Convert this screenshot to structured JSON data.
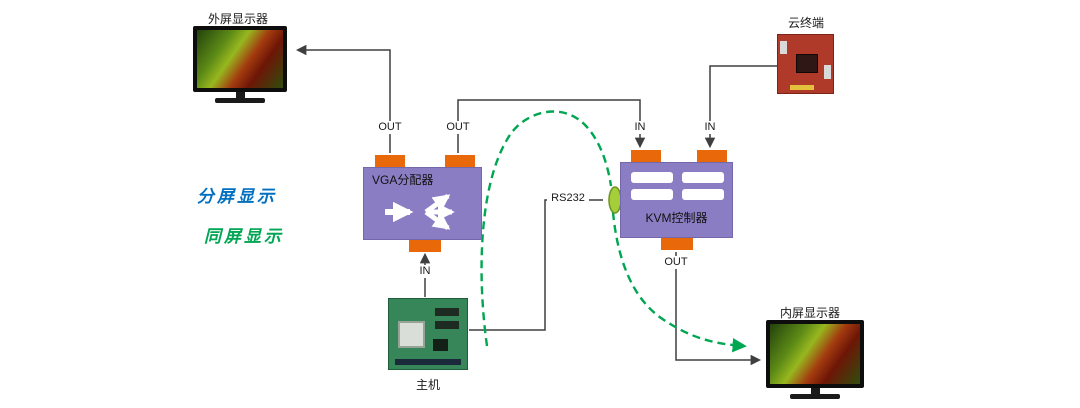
{
  "diagram": {
    "colors": {
      "device_box_purple": "#8b7dc3",
      "connector_orange": "#e8680a",
      "wire_black": "#3f3f3f",
      "same_screen_green": "#00a651",
      "split_screen_blue": "#0070c0",
      "rs232_port_green": "#a4cf3a"
    },
    "nodes": {
      "external_monitor": {
        "label": "外屏显示器"
      },
      "cloud_terminal": {
        "label": "云终端"
      },
      "vga_splitter": {
        "label": "VGA分配器"
      },
      "kvm_controller": {
        "label": "KVM控制器"
      },
      "host": {
        "label": "主机"
      },
      "internal_monitor": {
        "label": "内屏显示器"
      }
    },
    "ports": {
      "vga_out_left": "OUT",
      "vga_out_right": "OUT",
      "kvm_in_left": "IN",
      "kvm_in_right": "IN",
      "vga_in_bottom": "IN",
      "kvm_out_bottom": "OUT",
      "rs232": "RS232"
    },
    "legend": {
      "split_screen": "分屏显示",
      "same_screen": "同屏显示"
    }
  }
}
